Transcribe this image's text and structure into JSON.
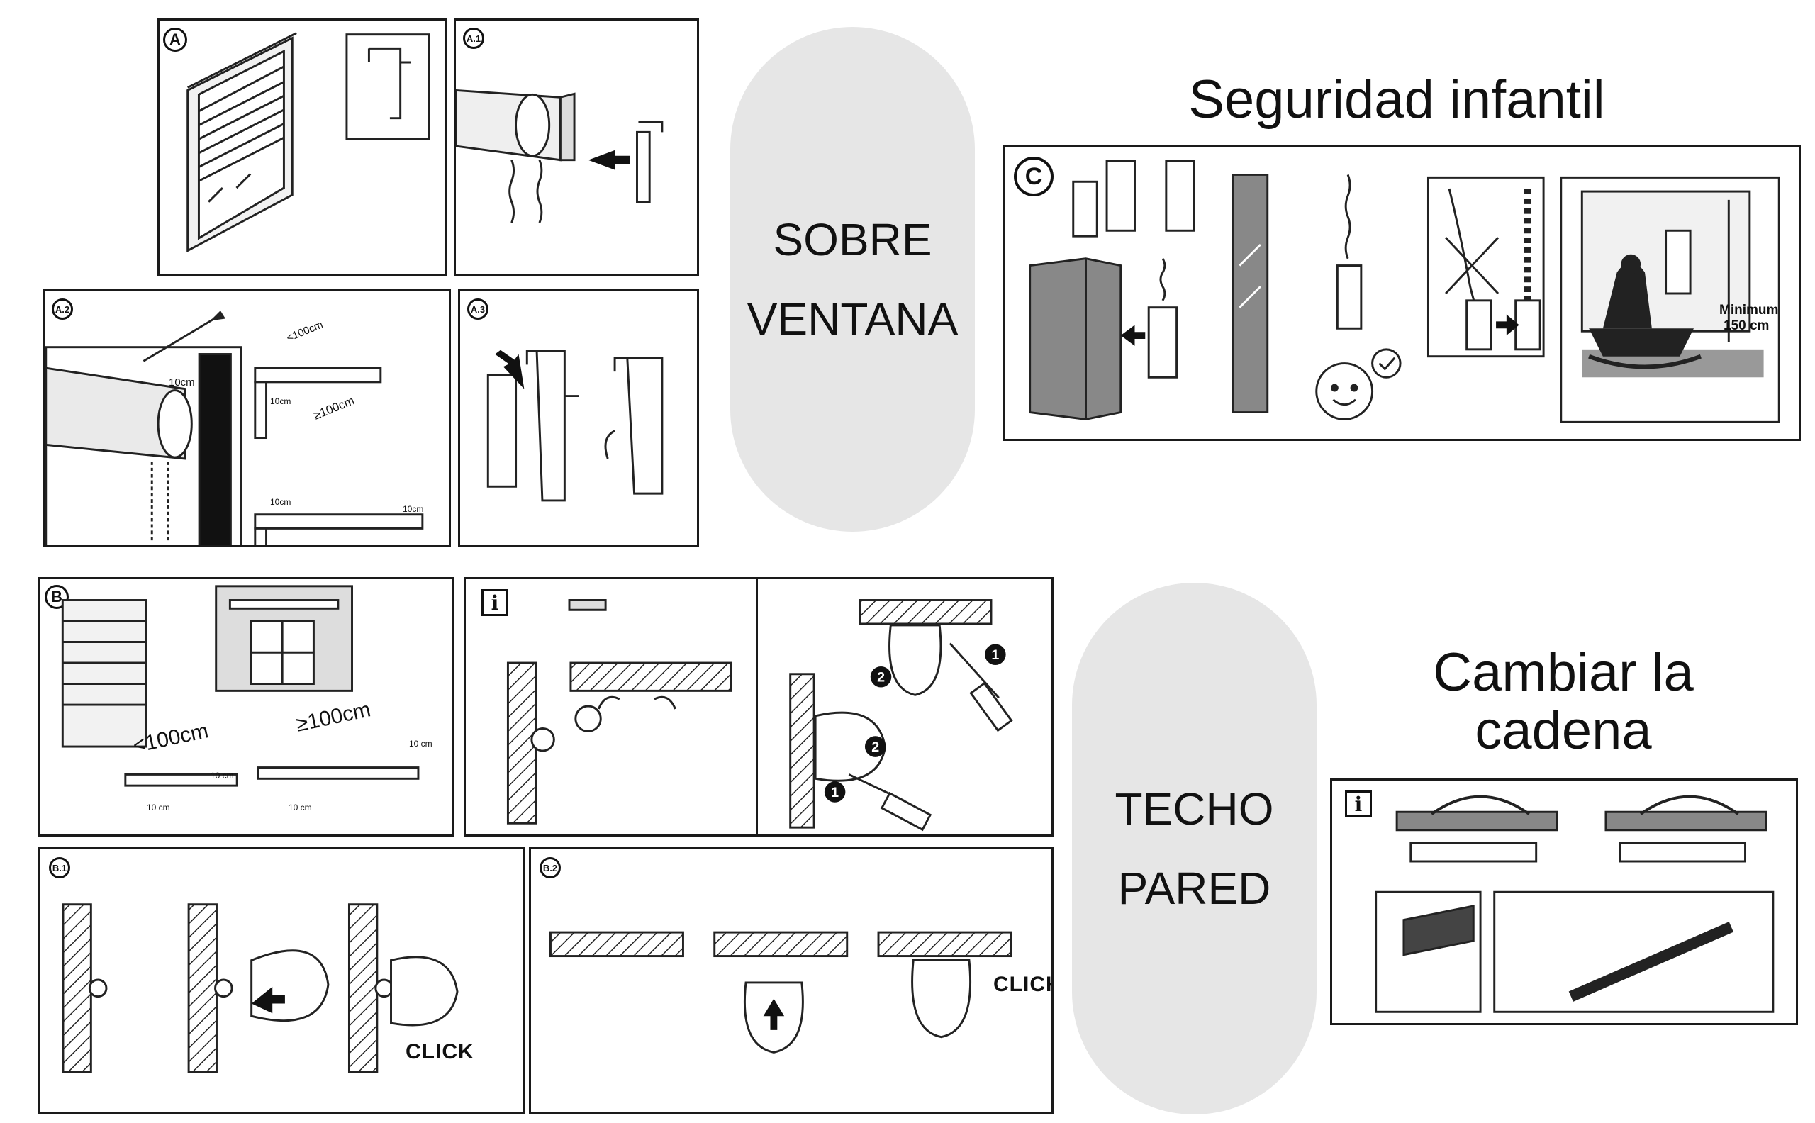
{
  "labels": {
    "sobre": "SOBRE",
    "ventana": "VENTANA",
    "techo": "TECHO",
    "pared": "PARED",
    "seguridad": "Seguridad infantil",
    "cambiar_line1": "Cambiar la",
    "cambiar_line2": "cadena"
  },
  "badges": {
    "a": "A",
    "a1": "A.1",
    "a2": "A.2",
    "a3": "A.3",
    "b": "B",
    "b1": "B.1",
    "b2": "B.2",
    "c": "C",
    "info": "i"
  },
  "measures": {
    "lt100": "<100cm",
    "ge100": "≥100cm",
    "ten": "10cm",
    "ten_spaced": "10 cm",
    "minimum": "Minimum",
    "minimum_value": "150 cm"
  },
  "numbers": {
    "one": "1",
    "two": "2"
  },
  "click": "CLICK"
}
